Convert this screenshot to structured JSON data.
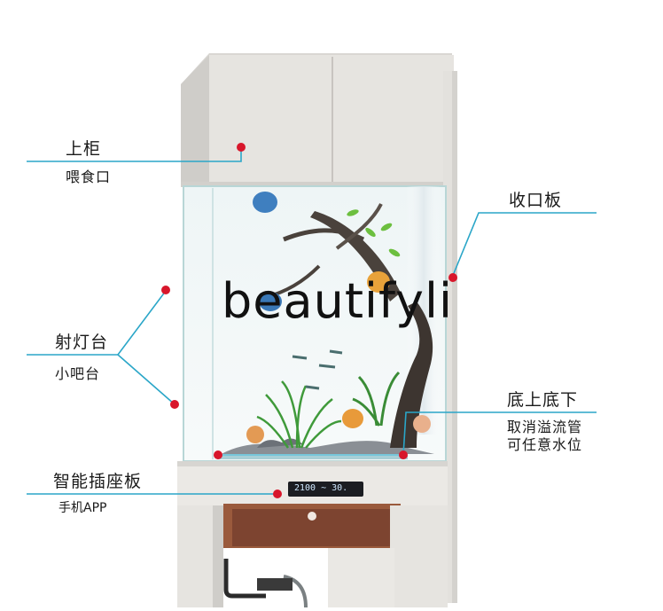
{
  "callouts": {
    "upper_cabinet": {
      "title": "上柜",
      "sub": "喂食口"
    },
    "trim_board": {
      "title": "收口板"
    },
    "spotlight": {
      "title": "射灯台",
      "sub": "小吧台"
    },
    "bottom_filter": {
      "title": "底上底下",
      "sub1": "取消溢流管",
      "sub2": "可任意水位"
    },
    "smart_socket": {
      "title": "智能插座板",
      "sub": "手机APP"
    }
  },
  "control_panel": {
    "display": "2100 ~ 30."
  },
  "watermark": "beautifyli",
  "colors": {
    "line": "#2aa6c8",
    "dot": "#d8162b",
    "cabinet": "#e6e4e0",
    "wood": "#9a5a3c"
  }
}
